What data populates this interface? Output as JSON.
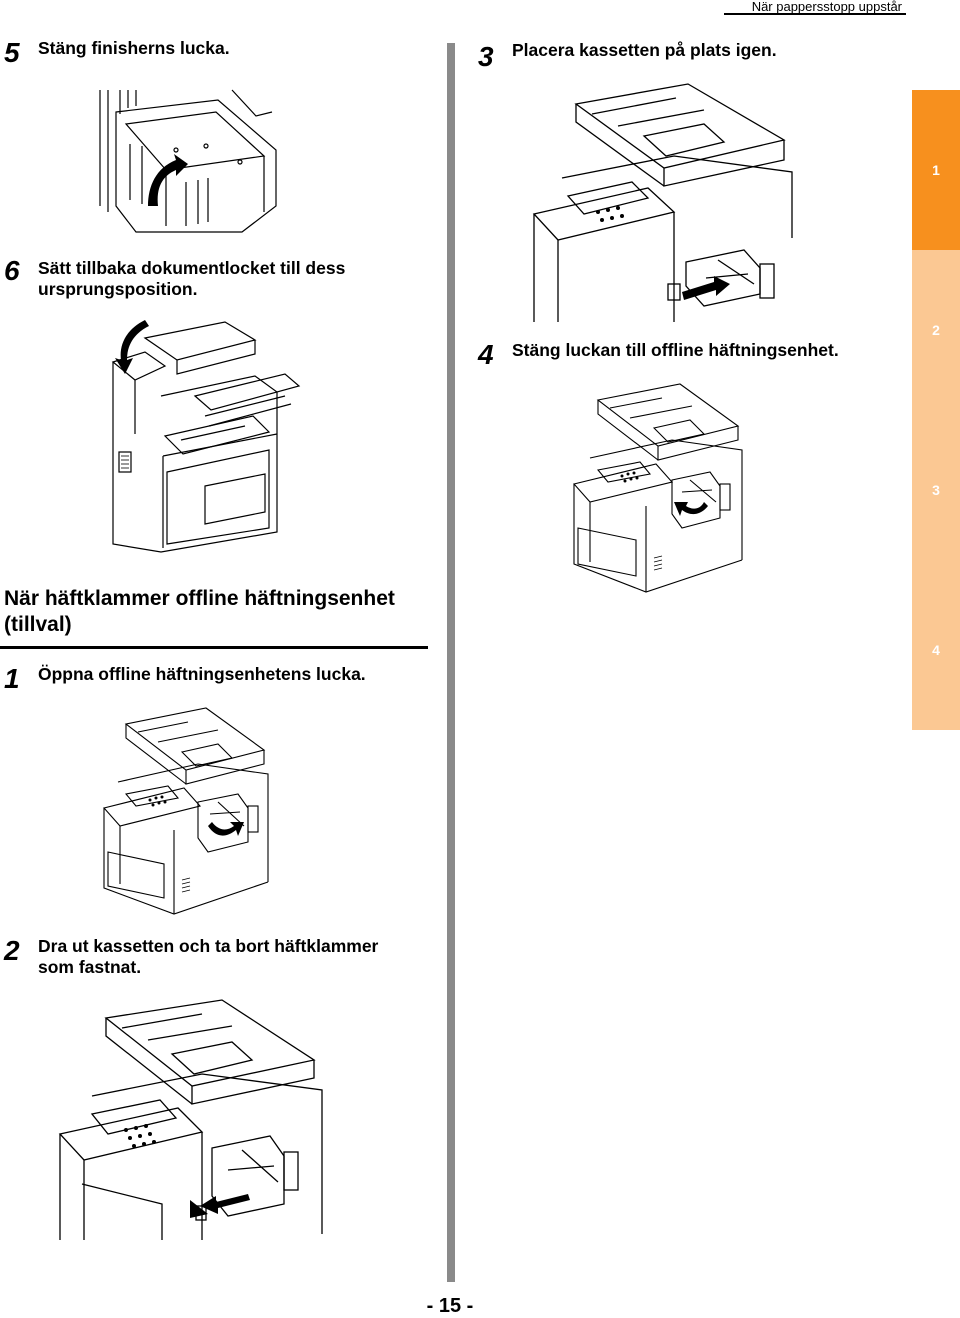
{
  "header": {
    "title": "När pappersstopp uppstår"
  },
  "tabs": [
    {
      "label": "1",
      "color": "#f7901e"
    },
    {
      "label": "2",
      "color": "#fbc893"
    },
    {
      "label": "3",
      "color": "#fbc893"
    },
    {
      "label": "4",
      "color": "#fbc893"
    }
  ],
  "steps": {
    "s5": {
      "num": "5",
      "text": "Stäng finisherns lucka."
    },
    "s6": {
      "num": "6",
      "text": "Sätt tillbaka dokumentlocket till dess ursprungsposition."
    },
    "s3": {
      "num": "3",
      "text": "Placera kassetten på plats igen."
    },
    "s4": {
      "num": "4",
      "text": "Stäng luckan till offline häftningsenhet."
    },
    "b1": {
      "num": "1",
      "text": "Öppna offline häftningsenhetens lucka."
    },
    "b2": {
      "num": "2",
      "text": "Dra ut kassetten och ta bort häftklammer som fastnat."
    }
  },
  "section": {
    "heading": "När häftklammer offline häftningsenhet (tillval)"
  },
  "footer": {
    "page_number": "- 15 -"
  },
  "colors": {
    "divider": "#8a8a8a",
    "tab_active": "#f7901e",
    "tab_inactive": "#fbc893"
  }
}
